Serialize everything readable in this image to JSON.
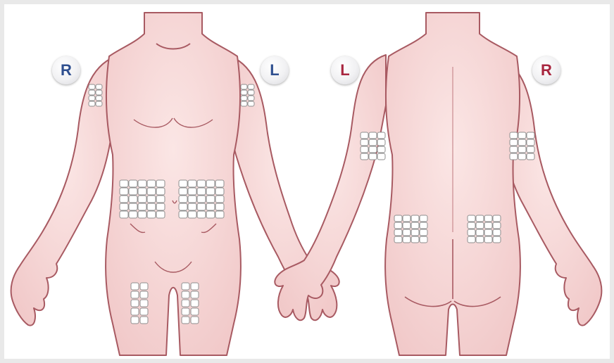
{
  "badges": {
    "front_right": {
      "text": "R",
      "color": "#2f4f8f"
    },
    "front_left": {
      "text": "L",
      "color": "#2f4f8f"
    },
    "back_left": {
      "text": "L",
      "color": "#a8263f"
    },
    "back_right": {
      "text": "R",
      "color": "#a8263f"
    }
  },
  "colors": {
    "skin": "#f7d9d9",
    "outline": "#a85a62",
    "site_fill": "#ffffff",
    "site_stroke": "#8e8e8e"
  },
  "injection_sites": [
    {
      "name": "front-right-upper-arm-site",
      "cols": 2,
      "rows": 4
    },
    {
      "name": "front-left-upper-arm-site",
      "cols": 2,
      "rows": 4
    },
    {
      "name": "front-abdomen-right-site",
      "cols": 5,
      "rows": 5
    },
    {
      "name": "front-abdomen-left-site",
      "cols": 5,
      "rows": 5
    },
    {
      "name": "front-right-thigh-site",
      "cols": 2,
      "rows": 5
    },
    {
      "name": "front-left-thigh-site",
      "cols": 2,
      "rows": 5
    },
    {
      "name": "back-left-upper-arm-site",
      "cols": 3,
      "rows": 4
    },
    {
      "name": "back-right-upper-arm-site",
      "cols": 3,
      "rows": 4
    },
    {
      "name": "back-left-hip-site",
      "cols": 4,
      "rows": 4
    },
    {
      "name": "back-right-hip-site",
      "cols": 4,
      "rows": 4
    }
  ]
}
